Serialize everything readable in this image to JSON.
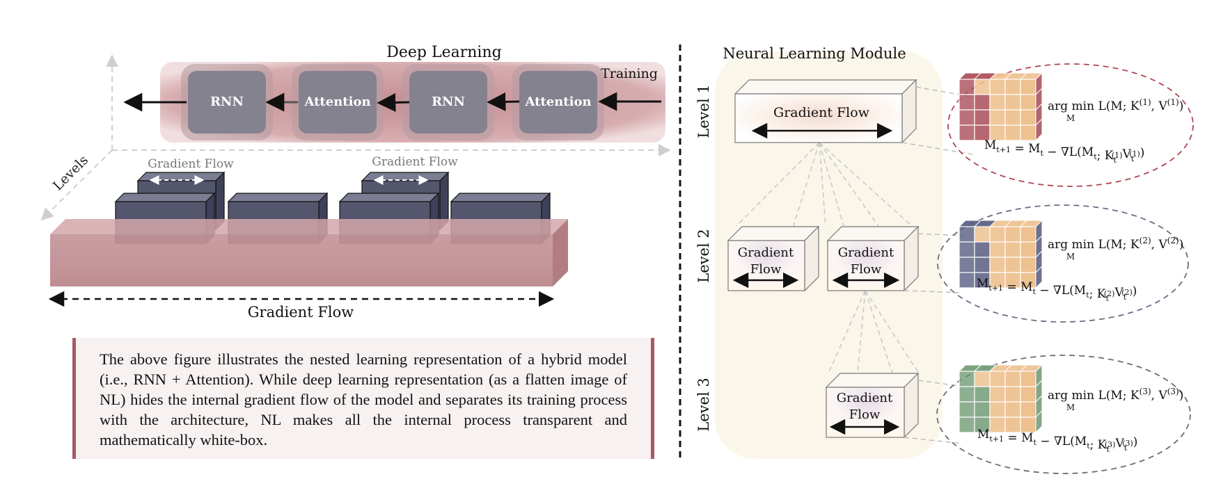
{
  "left_panel": {
    "title": "Deep Learning",
    "training_label": "Training",
    "blocks": [
      "RNN",
      "Attention",
      "RNN",
      "Attention"
    ],
    "levels_axis_label": "Levels",
    "small_flow_labels": [
      "Gradient Flow",
      "Gradient Flow"
    ],
    "bottom_flow_label": "Gradient Flow",
    "caption": "The above figure illustrates the nested learning representation of a hybrid model (i.e., RNN + Attention). While deep learning representation (as a flatten image of NL) hides the internal gradient flow of the model and separates its training process with the architecture, NL makes all the internal process transparent and mathematically white-box."
  },
  "right_panel": {
    "title": "Neural Learning Module",
    "level_labels": [
      "Level 1",
      "Level 2",
      "Level 3"
    ],
    "level1_box": "Gradient Flow",
    "level2_boxes": [
      [
        "Gradient",
        "Flow"
      ],
      [
        "Gradient",
        "Flow"
      ]
    ],
    "level3_box": [
      "Gradient",
      "Flow"
    ],
    "formulas": [
      {
        "argmin": "arg min",
        "sub": "M",
        "loss": "L(M; K",
        "k_sup": "(1)",
        "mid": ", V",
        "v_sup": "(1)",
        "close": ")",
        "update": "M",
        "update_sub": "t+1",
        "update_rest": " = M",
        "t_sub": "t",
        "grad": " − ∇L(M",
        "grad_sub": "t",
        "grad_k": "; K",
        "k_t": "t",
        "k_up": "(1)",
        "v": "V",
        "v_t": "t",
        "v_up": "(1)",
        "end": ")",
        "color": "#b04552"
      },
      {
        "argmin": "arg min",
        "sub": "M",
        "loss": "L(M; K",
        "k_sup": "(2)",
        "mid": ", V",
        "v_sup": "(2)",
        "close": ")",
        "update": "M",
        "update_sub": "t+1",
        "update_rest": " = M",
        "t_sub": "t",
        "grad": " − ∇L(M",
        "grad_sub": "t",
        "grad_k": "; K",
        "k_t": "t",
        "k_up": "(2)",
        "v": "V",
        "v_t": "t",
        "v_up": "(2)",
        "end": ")",
        "color": "#6c6c84"
      },
      {
        "argmin": "arg min",
        "sub": "M",
        "loss": "L(M; K",
        "k_sup": "(3)",
        "mid": ", V",
        "v_sup": "(3)",
        "close": ")",
        "update": "M",
        "update_sub": "t+1",
        "update_rest": " = M",
        "t_sub": "t",
        "grad": " − ∇L(M",
        "grad_sub": "t",
        "grad_k": "; K",
        "k_t": "t",
        "k_up": "(3)",
        "v": "V",
        "v_t": "t",
        "v_up": "(3)",
        "end": ")",
        "color": "#6c6c74"
      }
    ]
  },
  "colors": {
    "block_fill": "#85828f",
    "banner_fill": "#c99a9e",
    "slab_fill": "#c08a8f",
    "dark_block": "#54566e",
    "module_bg": "#fbf6ea",
    "level1_cube": "#a84a55",
    "level2_cube": "#555a7e",
    "level3_cube": "#6f9a73",
    "orange_cube": "#eec08e"
  }
}
